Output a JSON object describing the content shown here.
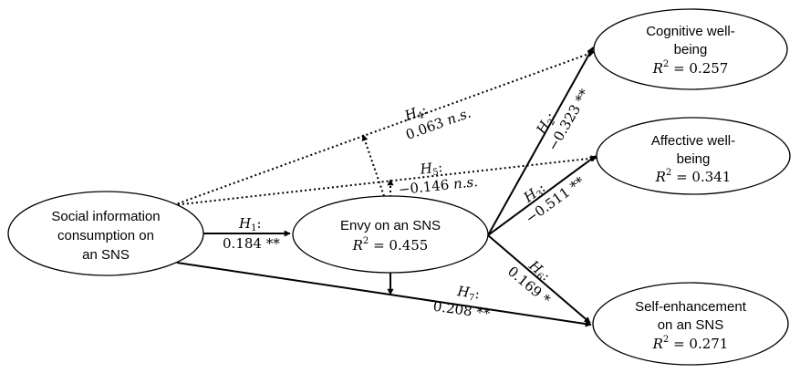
{
  "nodes": {
    "social": {
      "lines": [
        "Social information",
        "consumption on",
        "an SNS"
      ],
      "r2": ""
    },
    "envy": {
      "lines": [
        "Envy on an SNS"
      ],
      "r2": "0.455"
    },
    "cognitive": {
      "lines": [
        "Cognitive well-",
        "being"
      ],
      "r2": "0.257"
    },
    "affective": {
      "lines": [
        "Affective well-",
        "being"
      ],
      "r2": "0.341"
    },
    "selfenh": {
      "lines": [
        "Self-enhancement",
        "on an SNS"
      ],
      "r2": "0.271"
    }
  },
  "r2_symbol": "R",
  "r2_exponent": "2",
  "paths": {
    "h1": {
      "h": "H",
      "sub": "1",
      "coef": "0.184",
      "sig": "**"
    },
    "h2": {
      "h": "H",
      "sub": "2",
      "coef": "−0.323",
      "sig": "**"
    },
    "h3": {
      "h": "H",
      "sub": "3",
      "coef": "−0.511",
      "sig": "**"
    },
    "h4": {
      "h": "H",
      "sub": "4",
      "coef": "0.063",
      "sig": "n.s."
    },
    "h5": {
      "h": "H",
      "sub": "5",
      "coef": "−0.146",
      "sig": "n.s."
    },
    "h6": {
      "h": "H",
      "sub": "6",
      "coef": "0.169",
      "sig": "*"
    },
    "h7": {
      "h": "H",
      "sub": "7",
      "coef": "0.208",
      "sig": "**"
    }
  }
}
